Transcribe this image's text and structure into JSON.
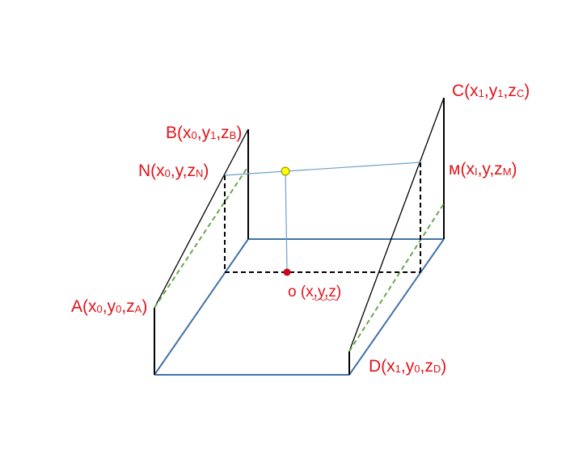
{
  "labels": {
    "A": {
      "name": "A",
      "parts": [
        "x",
        "0",
        ",y",
        "0",
        ",z",
        "A",
        ")"
      ]
    },
    "B": {
      "name": "B",
      "parts": [
        "x",
        "0",
        ",y",
        "1",
        ",z",
        "B",
        ")"
      ]
    },
    "C": {
      "name": "C",
      "parts": [
        "x",
        "1",
        ",y",
        "1",
        ",z",
        "C",
        ")"
      ]
    },
    "D": {
      "name": "D",
      "parts": [
        "x",
        "1",
        ",y",
        "0",
        ",z",
        "D",
        ")"
      ]
    },
    "N": {
      "name": "N",
      "parts": [
        "x",
        "0",
        ",y,z",
        "N",
        ")"
      ]
    },
    "M": {
      "name": "м",
      "parts": [
        "x",
        "I",
        ",y,z",
        "M",
        ")"
      ]
    },
    "O": {
      "name": "o",
      "text": "(x,y,z)"
    }
  },
  "colors": {
    "label": "#e0141b",
    "frame": "#000000",
    "base": "#4472a8",
    "interp": "#6fa0cc",
    "dashed_green": "#6aa84f",
    "point_o": "#d0021b",
    "point_top": "#ffff00"
  }
}
